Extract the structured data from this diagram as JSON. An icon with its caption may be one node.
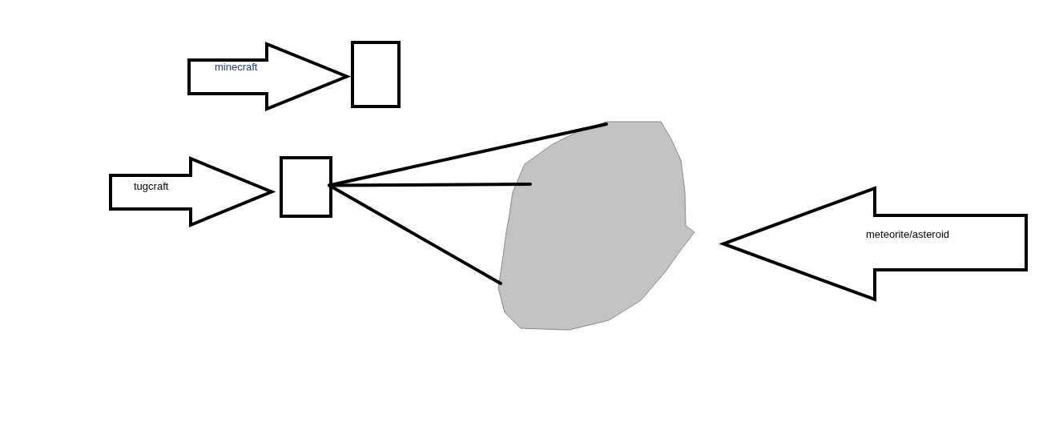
{
  "diagram": {
    "nodes": [
      {
        "text": [
          "minecraft"
        ]
      },
      {
        "text": [],
        "shape": "box"
      },
      {
        "text": [
          "tugcraft"
        ]
      },
      {
        "text": [],
        "shape": "box"
      },
      {
        "text": [],
        "shape": "blob"
      },
      {
        "text": [
          "meteorite/asteroid"
        ]
      }
    ],
    "edges": [
      {
        "from": 3,
        "to": 4,
        "arrow": "none"
      },
      {
        "from": 3,
        "to": 4,
        "arrow": "none"
      },
      {
        "from": 3,
        "to": 4,
        "arrow": "none"
      }
    ]
  }
}
